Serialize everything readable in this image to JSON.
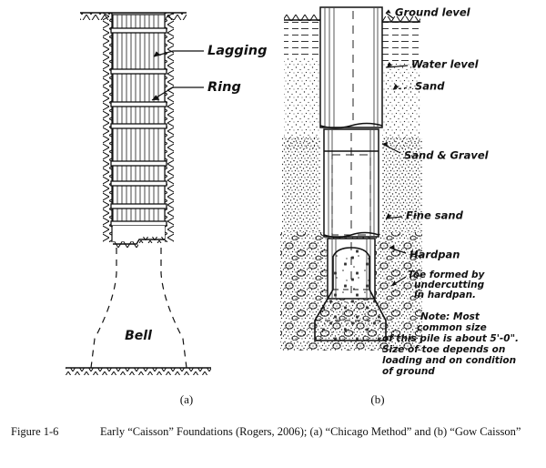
{
  "figure": {
    "number": "Figure 1-6",
    "caption": "Early “Caisson” Foundations (Rogers, 2006); (a) “Chicago Method” and (b) “Gow Caisson”",
    "sub_captions": {
      "left": "(a)",
      "right": "(b)"
    }
  },
  "diagram_a": {
    "title": "Chicago Method caisson",
    "labels": {
      "lagging": "Lagging",
      "ring": "Ring",
      "bell": "Bell"
    }
  },
  "diagram_b": {
    "title": "Gow Caisson",
    "labels": {
      "ground_level": "Ground level",
      "water_level": "Water level",
      "sand": "Sand",
      "sand_gravel": "Sand & Gravel",
      "fine_sand": "Fine sand",
      "hardpan": "Hardpan"
    },
    "annotation_toe": [
      "Toe formed by",
      "undercutting",
      "in hardpan."
    ],
    "note": [
      "Note: Most",
      "common size",
      "of this pile is about 5'-0\".",
      "Size of toe depends on",
      "loading and on condition",
      "of ground"
    ]
  },
  "colors": {
    "ink": "#111111",
    "paper": "#ffffff",
    "soil": "#3a3a3a"
  }
}
